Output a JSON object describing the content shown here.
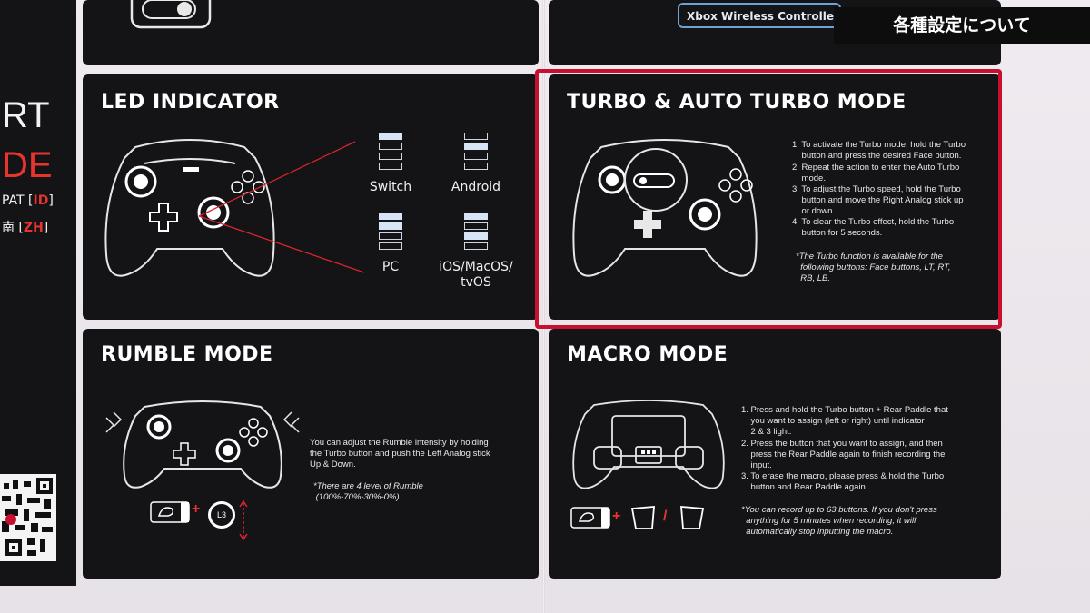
{
  "caption": {
    "text": "各種設定について"
  },
  "left_strip": {
    "big_line1": "RT",
    "big_line2": "DE",
    "lang_1_prefix": "PAT [",
    "lang_1_code": "ID",
    "lang_1_suffix": "]",
    "lang_2_prefix": "南 [",
    "lang_2_code": "ZH",
    "lang_2_suffix": "]"
  },
  "top_right": {
    "label": "Xbox Wireless Controlle"
  },
  "led_panel": {
    "title": "LED INDICATOR",
    "modes": [
      {
        "label": "Switch",
        "lit": [
          1
        ]
      },
      {
        "label": "Android",
        "lit": [
          2
        ]
      },
      {
        "label": "PC",
        "lit": [
          1,
          2
        ]
      },
      {
        "label": "iOS/MacOS/\ntvOS",
        "lit": [
          1,
          3
        ]
      }
    ]
  },
  "turbo_panel": {
    "title": "TURBO & AUTO TURBO MODE",
    "steps": [
      "1. To activate the Turbo mode, hold the Turbo\n    button and press the desired Face button.",
      "2. Repeat the action to enter the Auto Turbo\n    mode.",
      "3. To adjust the Turbo speed, hold the Turbo\n    button and move the Right Analog stick up\n    or down.",
      "4. To clear the Turbo effect, hold the Turbo\n    button for 5 seconds."
    ],
    "note": "*The Turbo function is available for the\n  following buttons: Face buttons, LT, RT,\n  RB, LB."
  },
  "rumble_panel": {
    "title": "RUMBLE MODE",
    "text": "You can adjust the Rumble intensity by holding\nthe Turbo button and push the Left Analog stick\nUp & Down.",
    "note": "*There are 4 level of Rumble\n (100%-70%-30%-0%).",
    "stick_label": "L3",
    "plus": "+"
  },
  "macro_panel": {
    "title": "MACRO MODE",
    "steps": [
      "1. Press and hold the Turbo button + Rear Paddle that\n    you want to assign (left or right) until indicator\n    2 & 3 light.",
      "2. Press the button that you want to assign, and then\n    press the Rear Paddle again to finish recording the\n    input.",
      "3. To erase the macro, please press & hold the Turbo\n    button and Rear Paddle again."
    ],
    "note": "*You can record up to 63 buttons. If you don't press\n  anything for 5 minutes when recording, it will\n  automatically stop inputting the macro.",
    "plus": "+",
    "slash": "/"
  },
  "colors": {
    "accent_red": "#c8102e",
    "panel_bg": "#141416",
    "led_on": "#d7e4f5"
  }
}
